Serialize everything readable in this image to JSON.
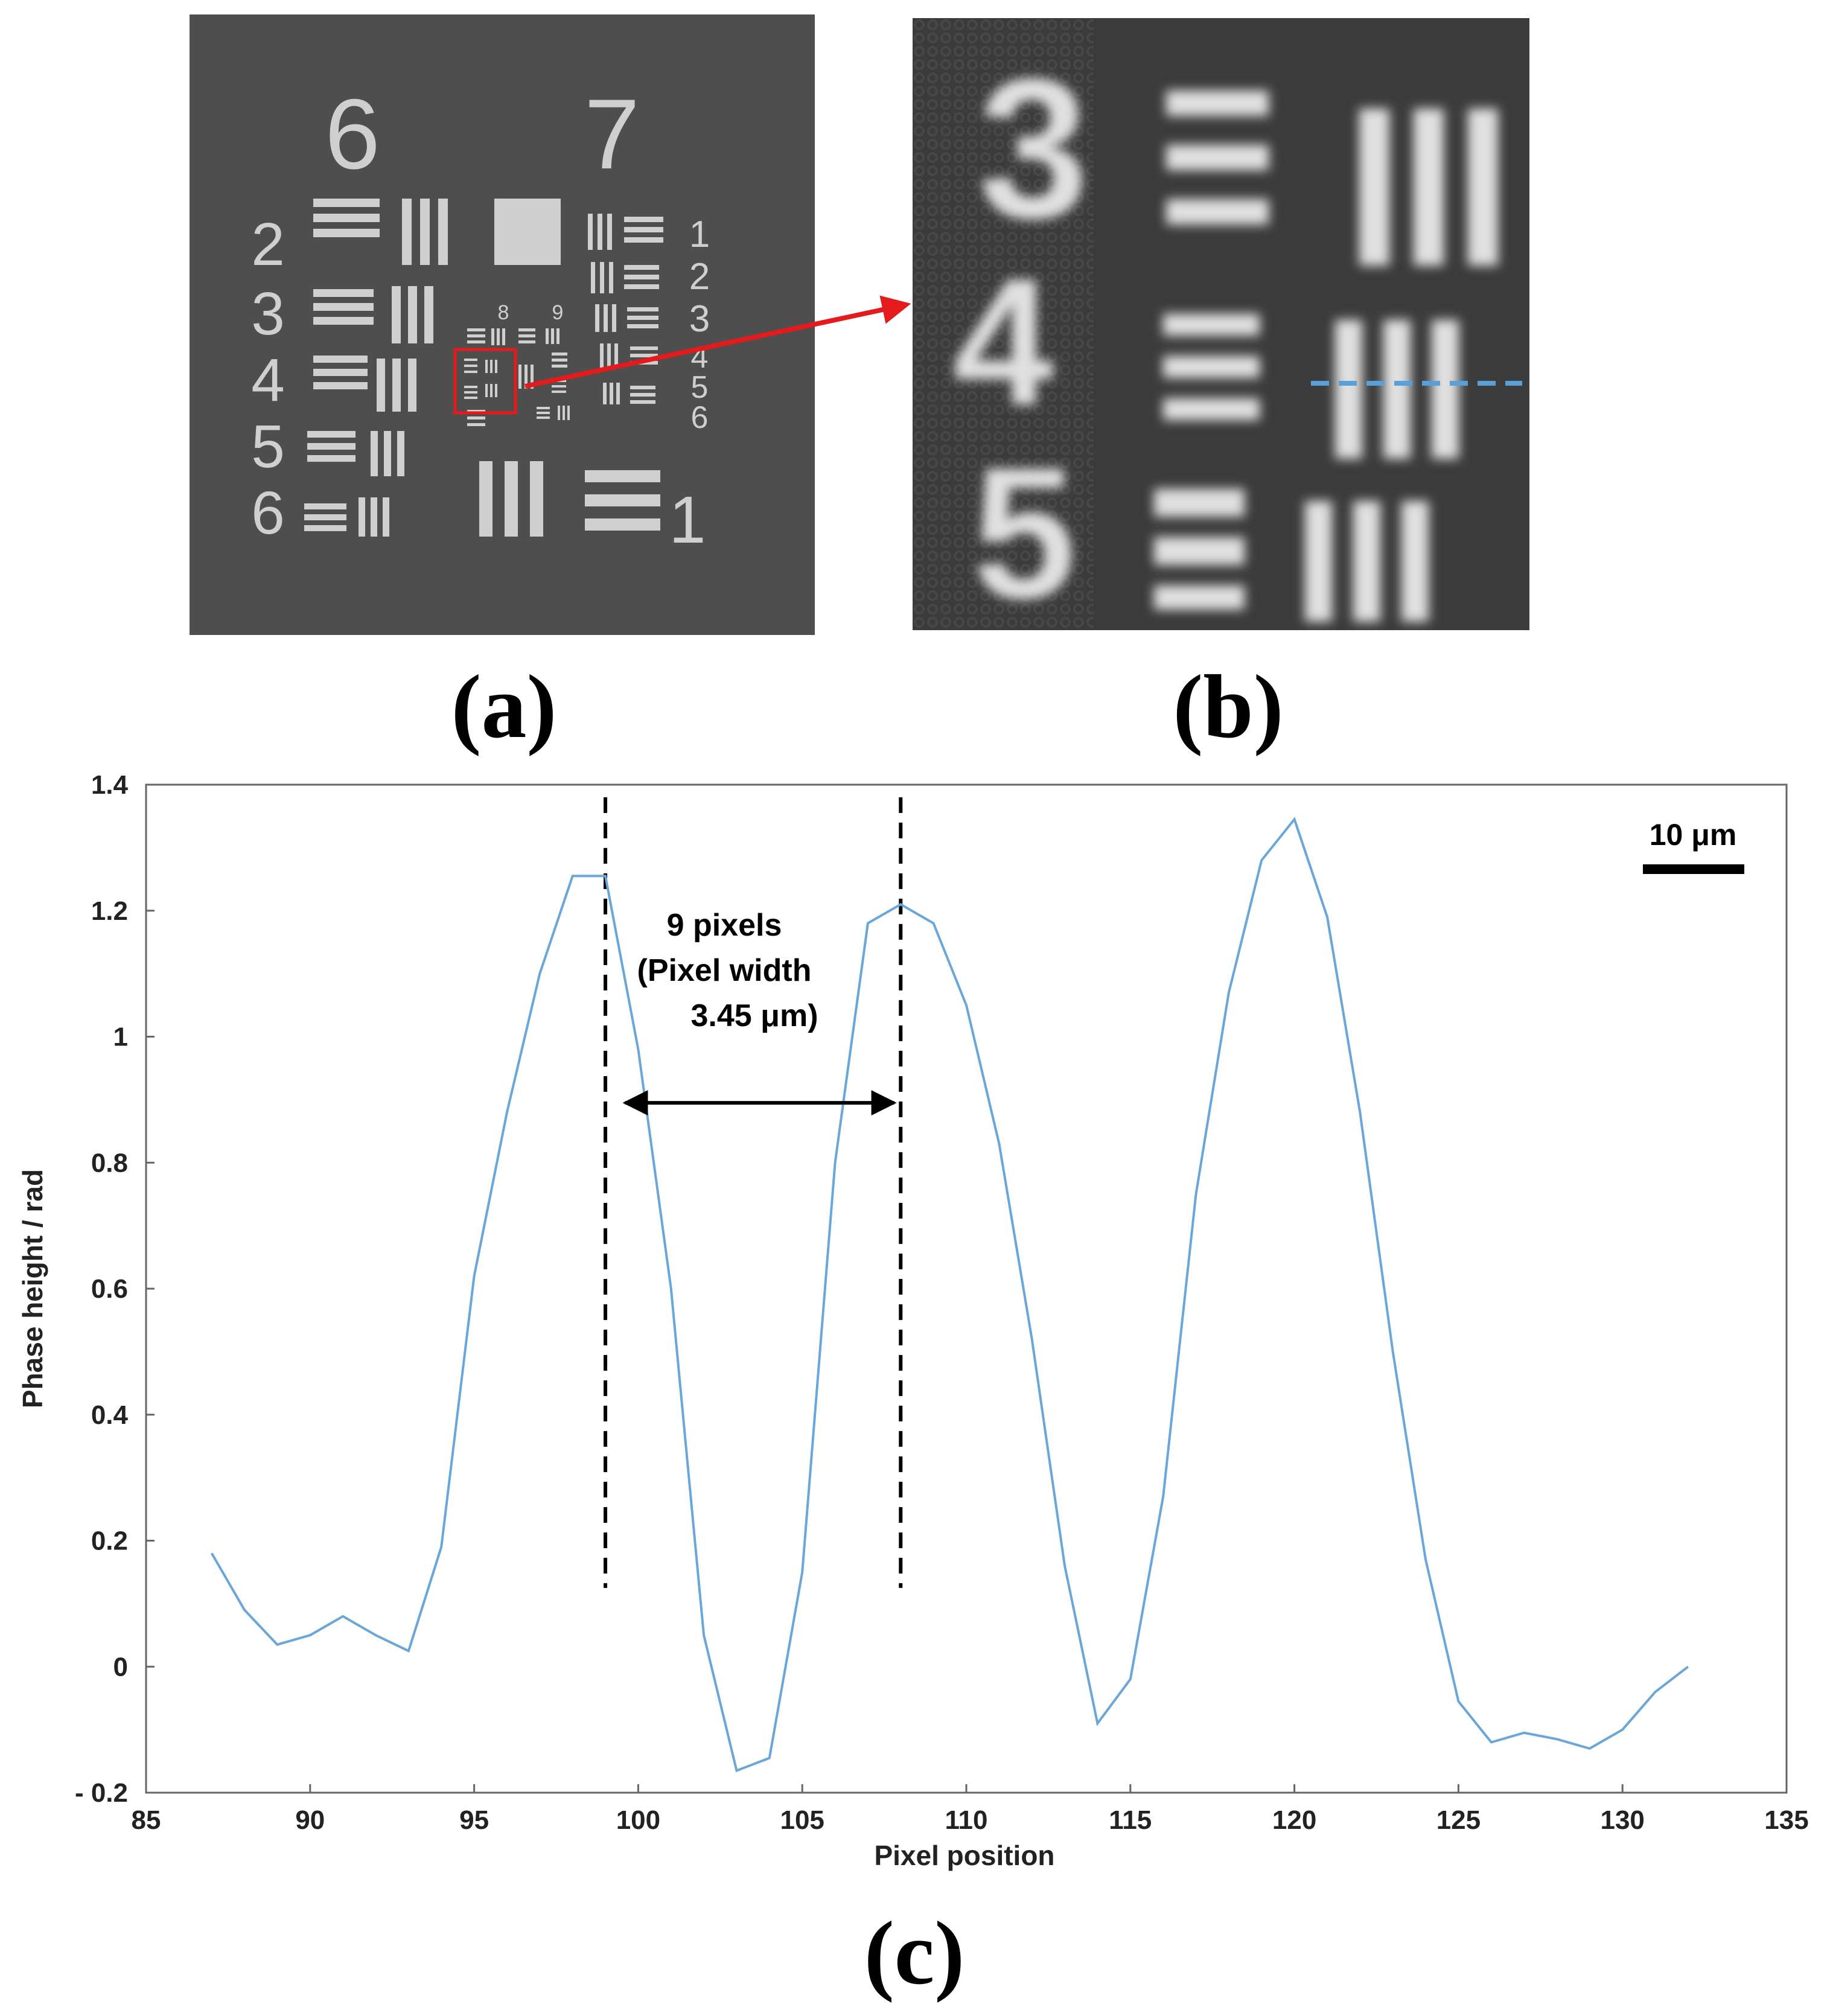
{
  "panels": {
    "a": {
      "label": "(a)",
      "group_numbers": [
        "6",
        "7"
      ],
      "left_element_numbers": [
        "2",
        "3",
        "4",
        "5",
        "6"
      ],
      "right_element_numbers": [
        "1",
        "2",
        "3",
        "4",
        "5",
        "6"
      ],
      "bottom_element_number": "1",
      "inner_group_numbers": [
        "8",
        "9"
      ]
    },
    "b": {
      "label": "(b)",
      "digits": [
        "3",
        "4",
        "5"
      ]
    },
    "c": {
      "label": "(c)"
    }
  },
  "colors": {
    "line": "#6aa6d8",
    "arrow": "#e41a1c",
    "roi_box": "#e41a1c",
    "dashed_marker": "#5aa0d8",
    "panel_a_bg": "#4e4e4e",
    "panel_b_bg": "#3b3b3b"
  },
  "chart_data": {
    "type": "line",
    "xlabel": "Pixel position",
    "ylabel": "Phase height / rad",
    "xlim": [
      85,
      135
    ],
    "ylim": [
      -0.2,
      1.4
    ],
    "xticks": [
      85,
      90,
      95,
      100,
      105,
      110,
      115,
      120,
      125,
      130,
      135
    ],
    "yticks": [
      -0.2,
      0,
      0.2,
      0.4,
      0.6,
      0.8,
      1,
      1.2,
      1.4
    ],
    "ytick_labels": [
      "- 0.2",
      "0",
      "0.2",
      "0.4",
      "0.6",
      "0.8",
      "1",
      "1.2",
      "1.4"
    ],
    "grid": false,
    "series": [
      {
        "x": [
          87,
          88,
          89,
          90,
          91,
          92,
          93,
          94,
          95,
          96,
          97,
          98,
          99,
          100,
          101,
          102,
          103,
          104,
          105,
          106,
          107,
          108,
          109,
          110,
          111,
          112,
          113,
          114,
          115,
          116,
          117,
          118,
          119,
          120,
          121,
          122,
          123,
          124,
          125,
          126,
          127,
          128,
          129,
          130,
          131,
          132
        ],
        "y": [
          0.18,
          0.09,
          0.035,
          0.05,
          0.08,
          0.05,
          0.025,
          0.19,
          0.62,
          0.88,
          1.1,
          1.255,
          1.255,
          0.98,
          0.6,
          0.05,
          -0.165,
          -0.145,
          0.15,
          0.8,
          1.18,
          1.21,
          1.18,
          1.05,
          0.83,
          0.52,
          0.16,
          -0.09,
          -0.02,
          0.27,
          0.75,
          1.07,
          1.28,
          1.345,
          1.19,
          0.88,
          0.5,
          0.17,
          -0.055,
          -0.12,
          -0.105,
          -0.115,
          -0.13,
          -0.1,
          -0.04,
          0.0
        ]
      }
    ],
    "vlines": [
      99,
      108
    ],
    "annotation": {
      "lines": [
        "9 pixels",
        "(Pixel width",
        "3.45 μm)"
      ],
      "arrow_from": 99.6,
      "arrow_to": 107.8,
      "arrow_y": 0.895
    },
    "scalebar_label": "10 μm"
  }
}
